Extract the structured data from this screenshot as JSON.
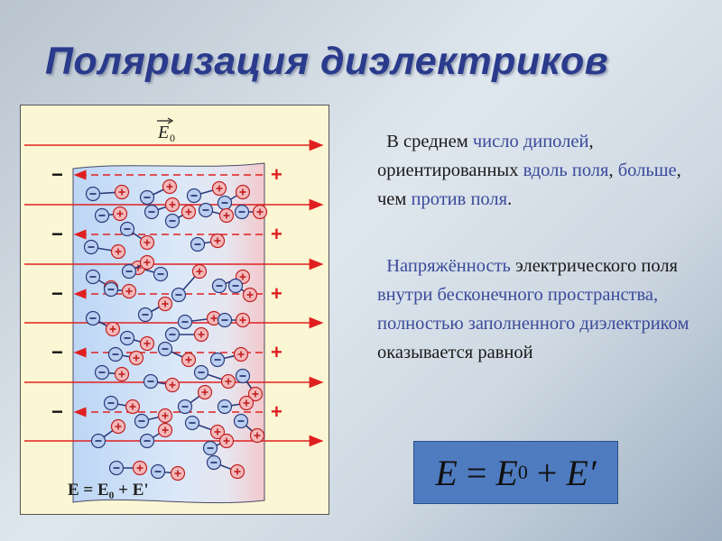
{
  "slide": {
    "title": "Поляризация диэлектриков"
  },
  "figure": {
    "field_label_top": "E",
    "field_label_top_sub": "0",
    "minus_sign": "−",
    "plus_sign": "+",
    "bottom_formula": "E = E₀ + E'"
  },
  "paragraph1": {
    "pre": "В среднем ",
    "hl1": "число диполей",
    "mid1": ", ориентированных ",
    "hl2": "вдоль поля",
    "mid2": ", ",
    "hl3": "больше",
    "mid3": ", чем ",
    "hl4": "против поля",
    "end": "."
  },
  "paragraph2": {
    "hl1": "Напряжённость",
    "mid1": " электрического поля ",
    "hl2": "внутри бесконечного пространства, полностью заполненного диэлектриком",
    "end": " оказывается равной"
  },
  "formula": {
    "lhs": "E",
    "eq": " = ",
    "e0": "E",
    "e0_sub": "0",
    "plus": " + ",
    "eprime": "E′"
  },
  "colors": {
    "title": "#2a3a8c",
    "highlight": "#3a4a9a",
    "field_arrow": "#e02020",
    "dielectric": "#cfe1f7",
    "formula_box": "#4f7cc0"
  }
}
